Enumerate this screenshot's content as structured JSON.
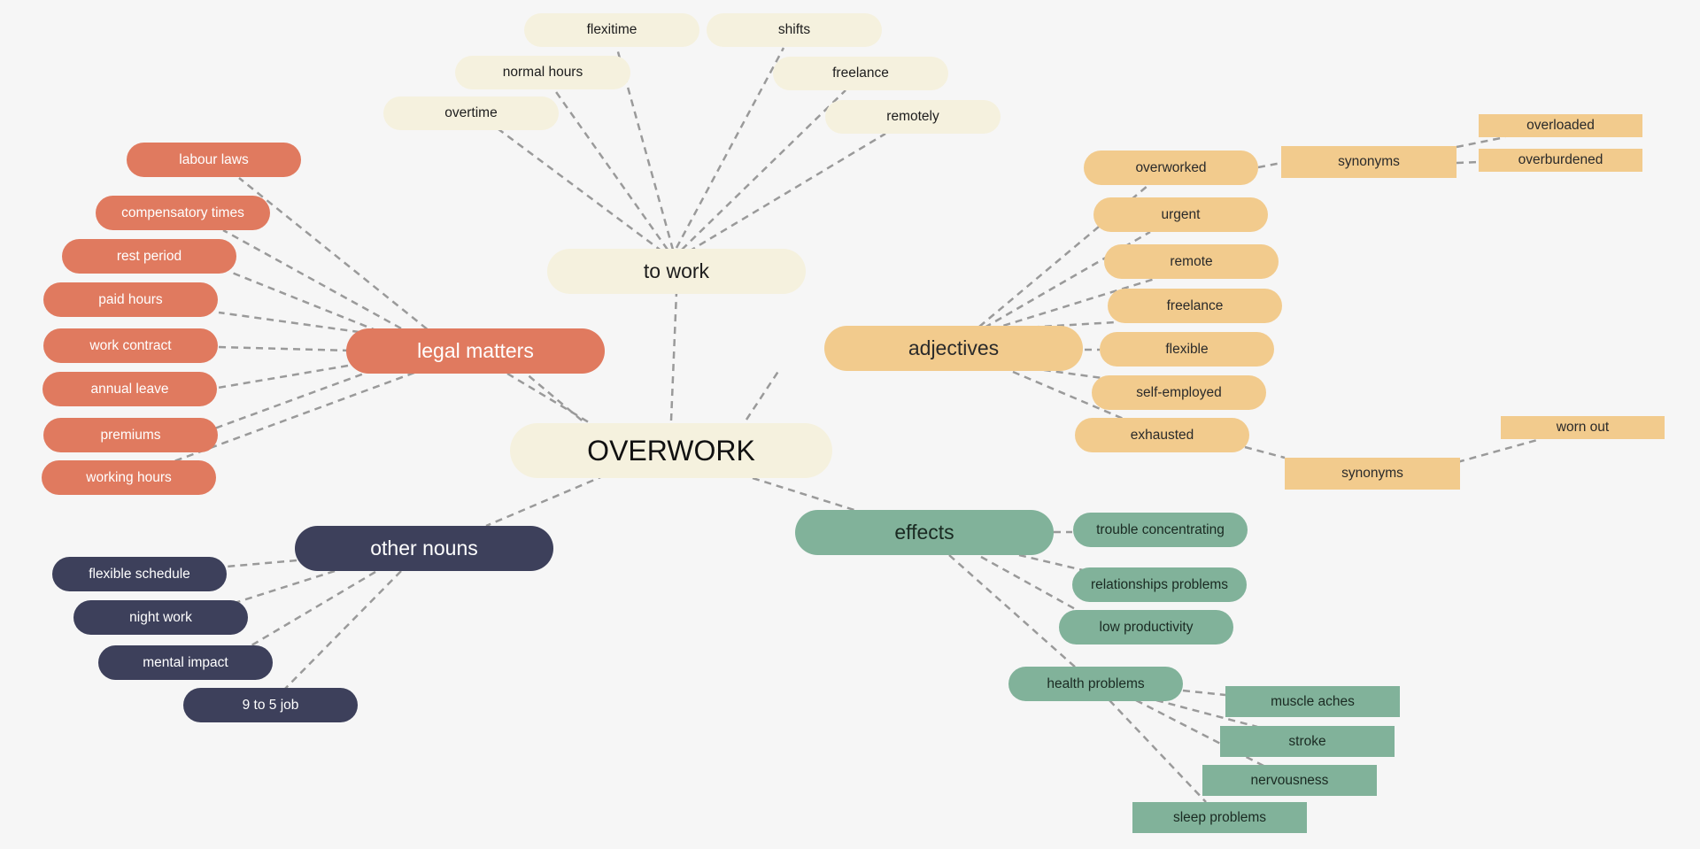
{
  "colors": {
    "background": "#f6f6f6",
    "cream": "#f5f1de",
    "red": "#e07a5f",
    "navy": "#3d405b",
    "orange": "#f2cb8d",
    "green": "#81b29a",
    "line": "#9a9a9a"
  },
  "center": {
    "label": "OVERWORK"
  },
  "to_work": {
    "label": "to work",
    "items": [
      "flexitime",
      "shifts",
      "normal hours",
      "freelance",
      "overtime",
      "remotely"
    ]
  },
  "legal_matters": {
    "label": "legal matters",
    "items": [
      "labour laws",
      "compensatory times",
      "rest period",
      "paid hours",
      "work contract",
      "annual leave",
      "premiums",
      "working hours"
    ]
  },
  "other_nouns": {
    "label": "other nouns",
    "items": [
      "flexible schedule",
      "night work",
      "mental impact",
      "9 to 5 job"
    ]
  },
  "adjectives": {
    "label": "adjectives",
    "items": [
      "overworked",
      "urgent",
      "remote",
      "freelance",
      "flexible",
      "self-employed",
      "exhausted"
    ],
    "overworked_synonyms": {
      "label": "synonyms",
      "items": [
        "overloaded",
        "overburdened"
      ]
    },
    "exhausted_synonyms": {
      "label": "synonyms",
      "items": [
        "worn out"
      ]
    }
  },
  "effects": {
    "label": "effects",
    "items": [
      "trouble concentrating",
      "relationships problems",
      "low productivity",
      "health problems"
    ],
    "health_problems_items": [
      "muscle aches",
      "stroke",
      "nervousness",
      "sleep problems"
    ]
  }
}
